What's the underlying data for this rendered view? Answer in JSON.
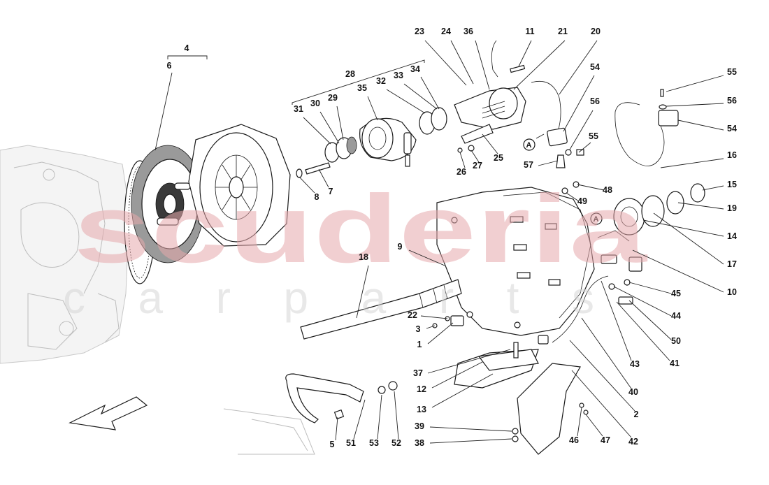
{
  "diagram": {
    "watermark": {
      "text": "scuderia",
      "subtext": "c a r   p a r t s",
      "color": "#e7a9ac",
      "subcolor": "#d6d6d6"
    },
    "reference_marker": "A",
    "callouts": [
      "1",
      "2",
      "3",
      "4",
      "5",
      "6",
      "7",
      "8",
      "9",
      "10",
      "11",
      "12",
      "13",
      "14",
      "15",
      "16",
      "17",
      "18",
      "19",
      "20",
      "21",
      "22",
      "23",
      "24",
      "25",
      "26",
      "27",
      "28",
      "29",
      "30",
      "31",
      "32",
      "33",
      "34",
      "35",
      "36",
      "37",
      "38",
      "39",
      "40",
      "41",
      "42",
      "43",
      "44",
      "45",
      "46",
      "47",
      "48",
      "49",
      "50",
      "51",
      "52",
      "53",
      "54",
      "54",
      "55",
      "55",
      "56",
      "56",
      "57"
    ]
  }
}
